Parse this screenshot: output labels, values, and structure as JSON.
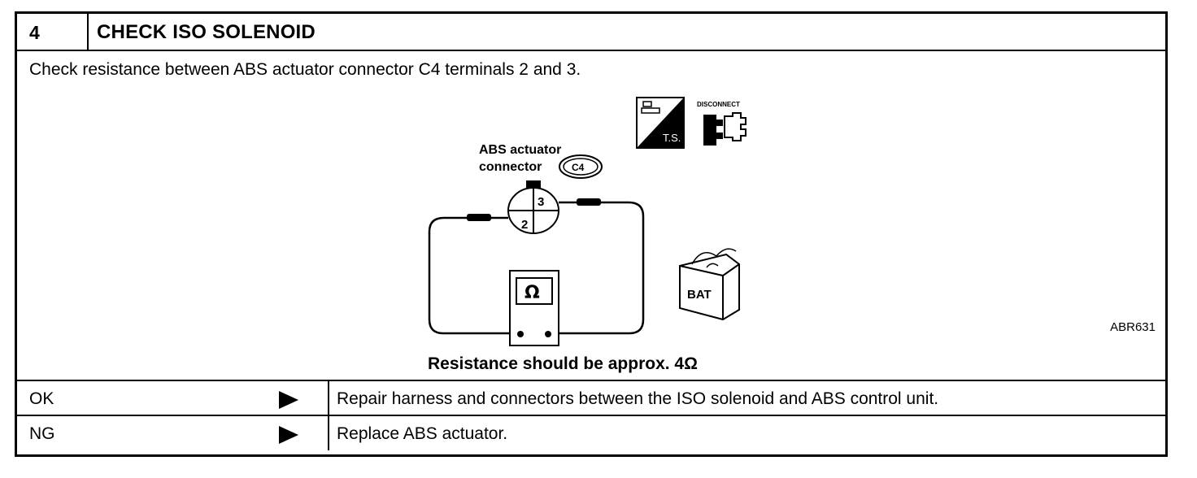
{
  "step": {
    "number": "4",
    "title": "CHECK ISO SOLENOID"
  },
  "instruction": "Check resistance between ABS actuator connector C4 terminals 2 and 3.",
  "diagram": {
    "ts_icon_label": "T.S.",
    "disconnect_label": "DISCONNECT",
    "connector_label_line1": "ABS actuator",
    "connector_label_line2": "connector",
    "connector_id": "C4",
    "terminal_a": "2",
    "terminal_b": "3",
    "meter_symbol": "Ω",
    "battery_label": "BAT",
    "figure_id": "ABR631"
  },
  "result": "Resistance should be approx. 4Ω",
  "outcomes": [
    {
      "label": "OK",
      "action": "Repair harness and connectors between the ISO solenoid and ABS control unit."
    },
    {
      "label": "NG",
      "action": "Replace ABS actuator."
    }
  ],
  "icons": {
    "ts": "service-icon",
    "disconnect": "disconnect-icon",
    "ohmmeter": "ohmmeter-icon",
    "battery": "battery-icon",
    "arrow": "triangle-right-icon"
  }
}
